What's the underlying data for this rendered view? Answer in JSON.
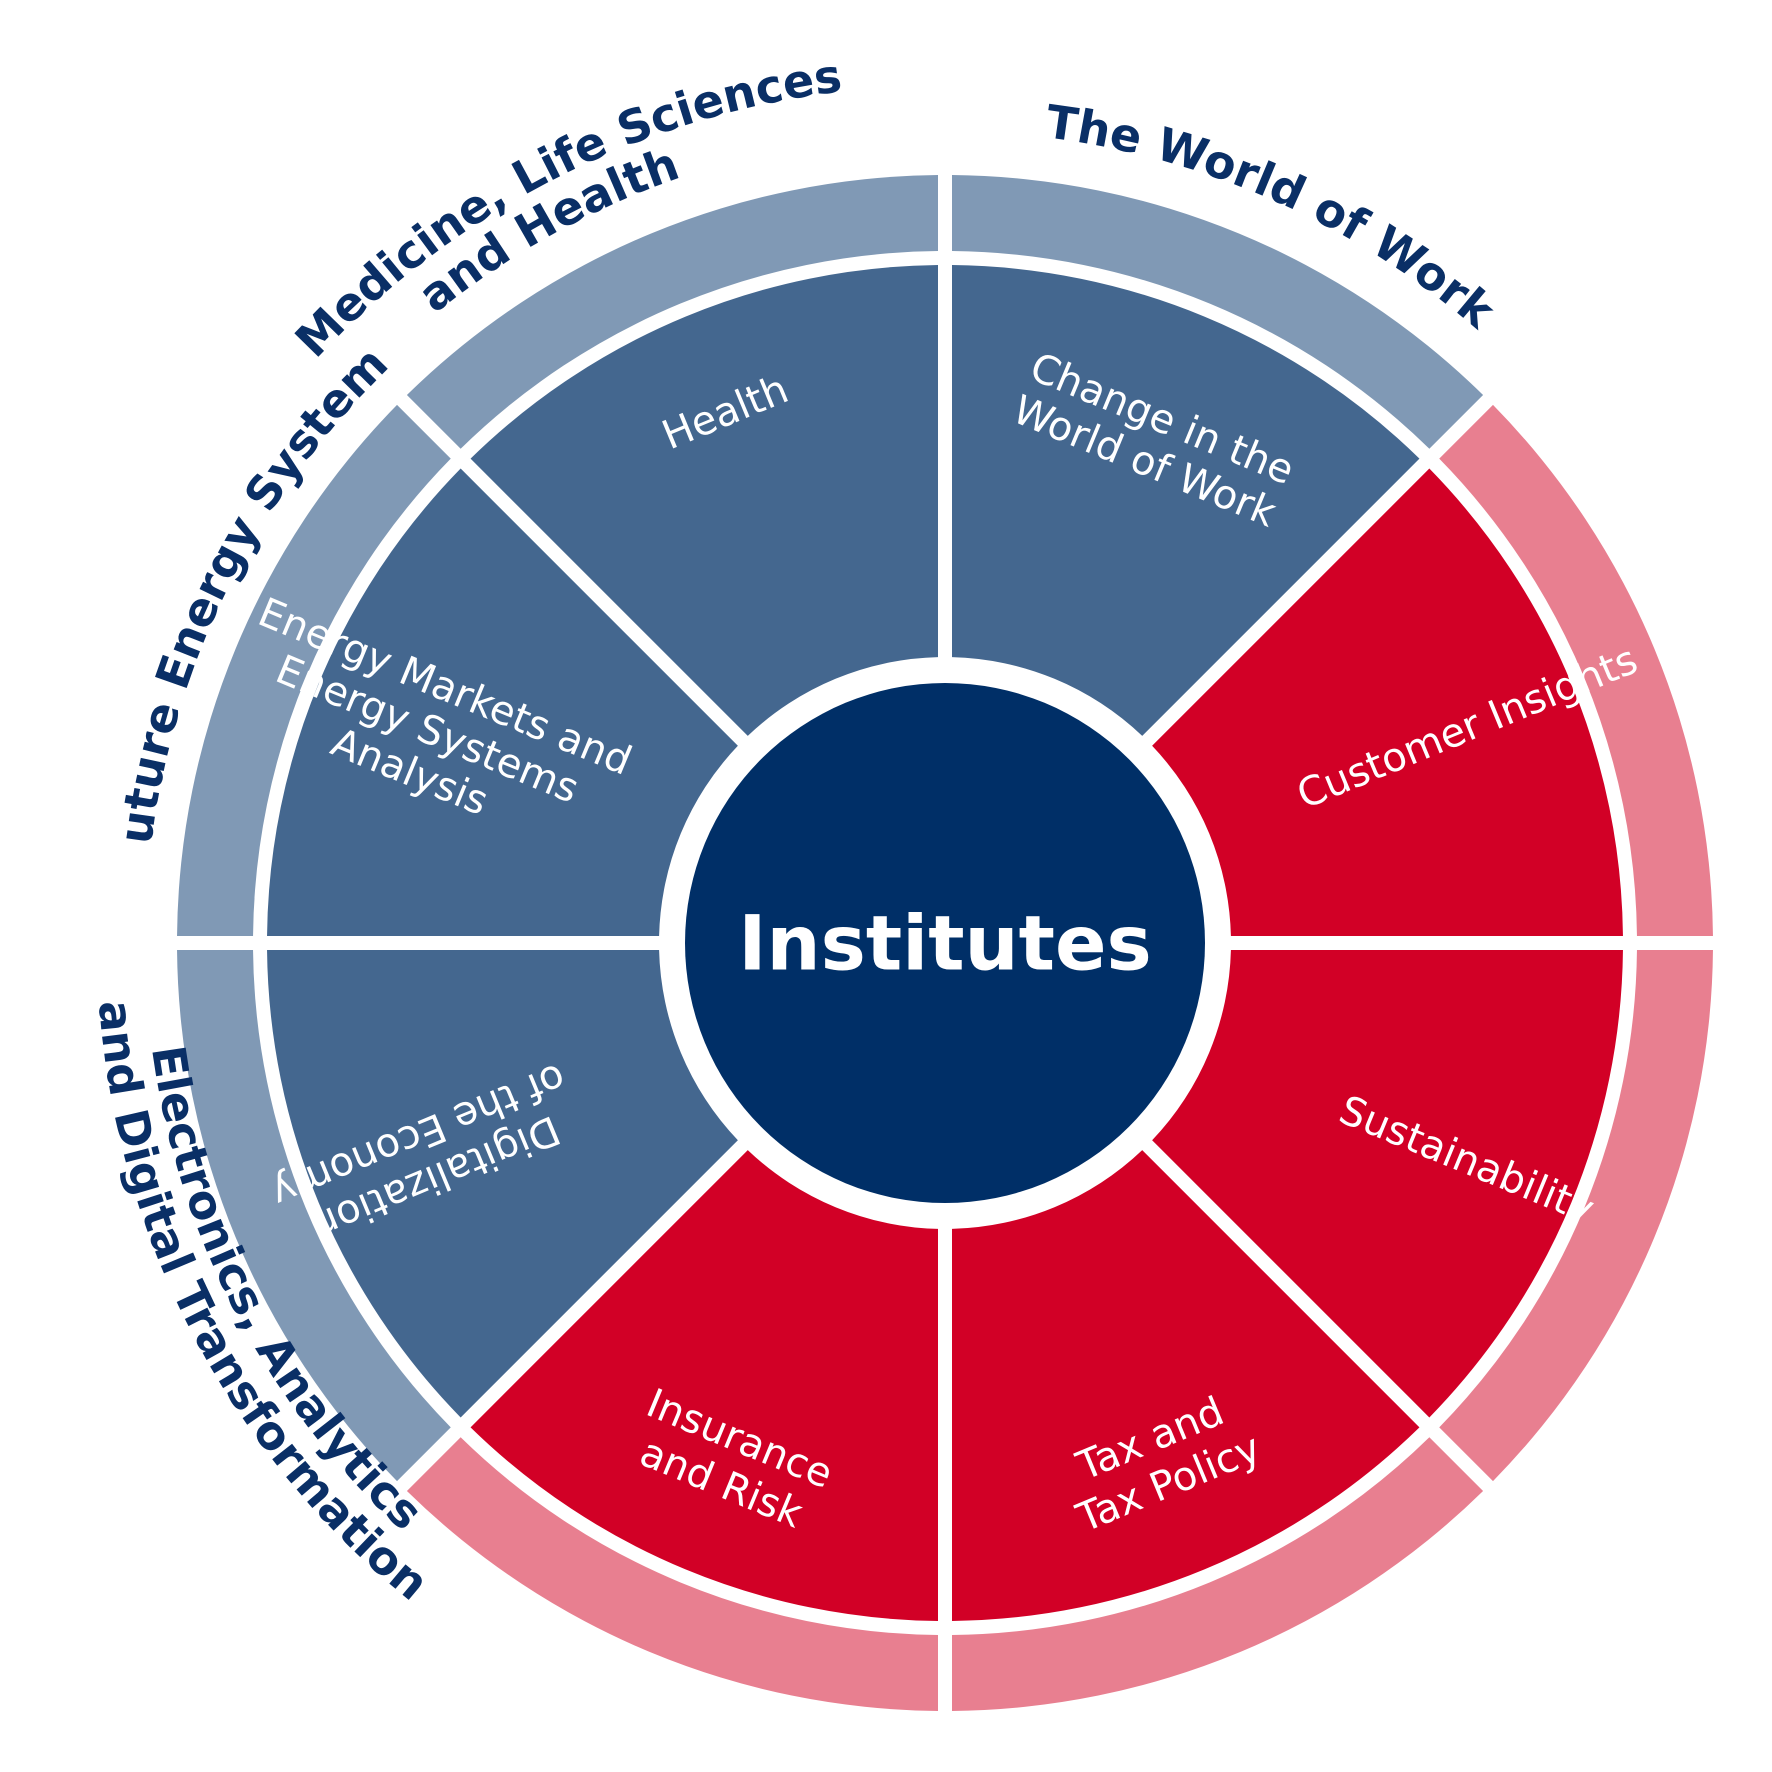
{
  "diagram": {
    "center_label": "Institutes",
    "colors": {
      "center": "#002f67",
      "blue_segment": "#44678f",
      "red_segment": "#d20026",
      "blue_ring": "#8099b5",
      "pink_ring": "#e87f90",
      "outer_text": "#0a2f66",
      "inner_text": "#ffffff",
      "background": "#ffffff"
    },
    "segments": [
      {
        "label_lines": [
          "Change in the",
          "World of Work"
        ],
        "tone": "blue"
      },
      {
        "label_lines": [
          "Customer Insights"
        ],
        "tone": "red"
      },
      {
        "label_lines": [
          "Sustainability"
        ],
        "tone": "red"
      },
      {
        "label_lines": [
          "Tax and",
          "Tax Policy"
        ],
        "tone": "red"
      },
      {
        "label_lines": [
          "Insurance",
          "and Risk"
        ],
        "tone": "red"
      },
      {
        "label_lines": [
          "Digitalization",
          "of the Economy"
        ],
        "tone": "blue"
      },
      {
        "label_lines": [
          "Energy Markets and",
          "Energy Systems",
          "Analysis"
        ],
        "tone": "blue"
      },
      {
        "label_lines": [
          "Health"
        ],
        "tone": "blue"
      }
    ],
    "outer_ring": [
      {
        "tone": "blue"
      },
      {
        "tone": "pink"
      },
      {
        "tone": "pink"
      },
      {
        "tone": "pink"
      },
      {
        "tone": "pink"
      },
      {
        "tone": "blue"
      },
      {
        "tone": "blue"
      },
      {
        "tone": "blue"
      }
    ],
    "outer_labels": [
      {
        "label_lines": [
          "The World of Work"
        ]
      },
      {
        "label_lines": [
          "Medicine, Life Sciences",
          "and Health"
        ]
      },
      {
        "label_lines": [
          "Future Energy Systems"
        ]
      },
      {
        "label_lines": [
          "Electronics, Analytics",
          "and Digital Transformation"
        ]
      }
    ]
  }
}
